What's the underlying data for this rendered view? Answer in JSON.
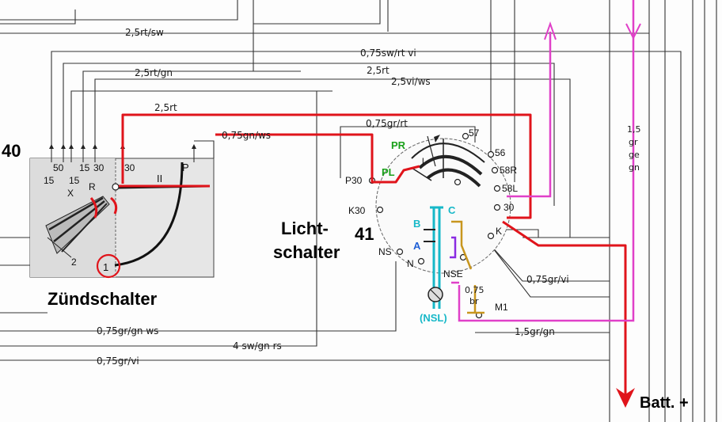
{
  "colors": {
    "red_wire": "#e0141b",
    "magenta_wire": "#e040c8",
    "green_label": "#1aa01a",
    "blue_label": "#1e5fd6",
    "cyan_label": "#17b8c8",
    "brown_wire": "#c8961e",
    "purple_wire": "#8a2be2"
  },
  "components": {
    "ignition_number": "40",
    "ignition_name": "Zündschalter",
    "light_switch_number": "41",
    "light_switch_name_line1": "Licht-",
    "light_switch_name_line2": "schalter",
    "battery": "Batt. +"
  },
  "wire_labels": {
    "w1": "2,5rt/sw",
    "w2": "0,75sw/rt vi",
    "w3": "2,5rt/gn",
    "w4": "2,5rt",
    "w5": "2,5vi/ws",
    "w6": "2,5rt",
    "w7": "0,75gn/ws",
    "w8": "0,75gr/rt",
    "w9": "0,75gr/vi",
    "w10": "0,75gr/gn ws",
    "w11": "1,5gr/gn",
    "w12": "4 sw/gn rs",
    "w13": "0,75gr/vi",
    "vert_15": "1,5",
    "vert_gr": "gr",
    "vert_ge": "ge",
    "vert_gn": "gn",
    "br_075": "0,75",
    "br_br": "br"
  },
  "ignition_terminals": {
    "t15a": "15",
    "t50": "50",
    "t15b": "15",
    "t15c": "15",
    "t30a": "30",
    "t30b": "30",
    "tP": "P",
    "tX": "X",
    "tR": "R",
    "t2": "2",
    "t1": "1",
    "roman2": "II"
  },
  "light_terminals": {
    "t57": "57",
    "t56": "56",
    "t58R": "58R",
    "t58L": "58L",
    "t30": "30",
    "tK": "K",
    "tP30": "P30",
    "tK30": "K30",
    "tNS": "NS",
    "tN": "N",
    "tNSE": "NSE",
    "tM1": "M1",
    "tl": "l",
    "PR": "PR",
    "PL": "PL",
    "A": "A",
    "B": "B",
    "C": "C",
    "NSL": "(NSL)"
  }
}
